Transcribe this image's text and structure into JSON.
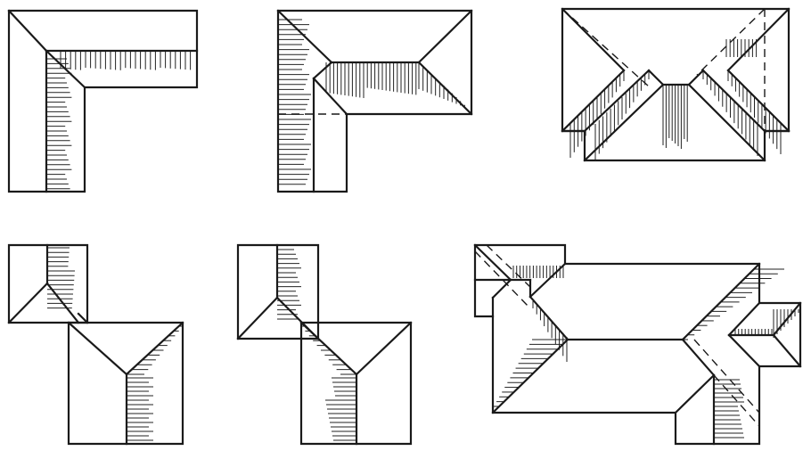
{
  "page": {
    "background": "#ffffff",
    "ink": "#1a1a1a"
  },
  "figures": [
    {
      "id": "l-shaped-roof-plan-simple",
      "row": 1,
      "col": 1
    },
    {
      "id": "l-shaped-hip-roof-plan",
      "row": 1,
      "col": 2
    },
    {
      "id": "hip-roof-with-wing-plan",
      "row": 1,
      "col": 3
    },
    {
      "id": "offset-roof-plan-with-valley",
      "row": 2,
      "col": 1
    },
    {
      "id": "offset-roof-plan-crossing",
      "row": 2,
      "col": 2
    },
    {
      "id": "compound-hip-roof-plan",
      "row": 2,
      "col": 3
    }
  ]
}
